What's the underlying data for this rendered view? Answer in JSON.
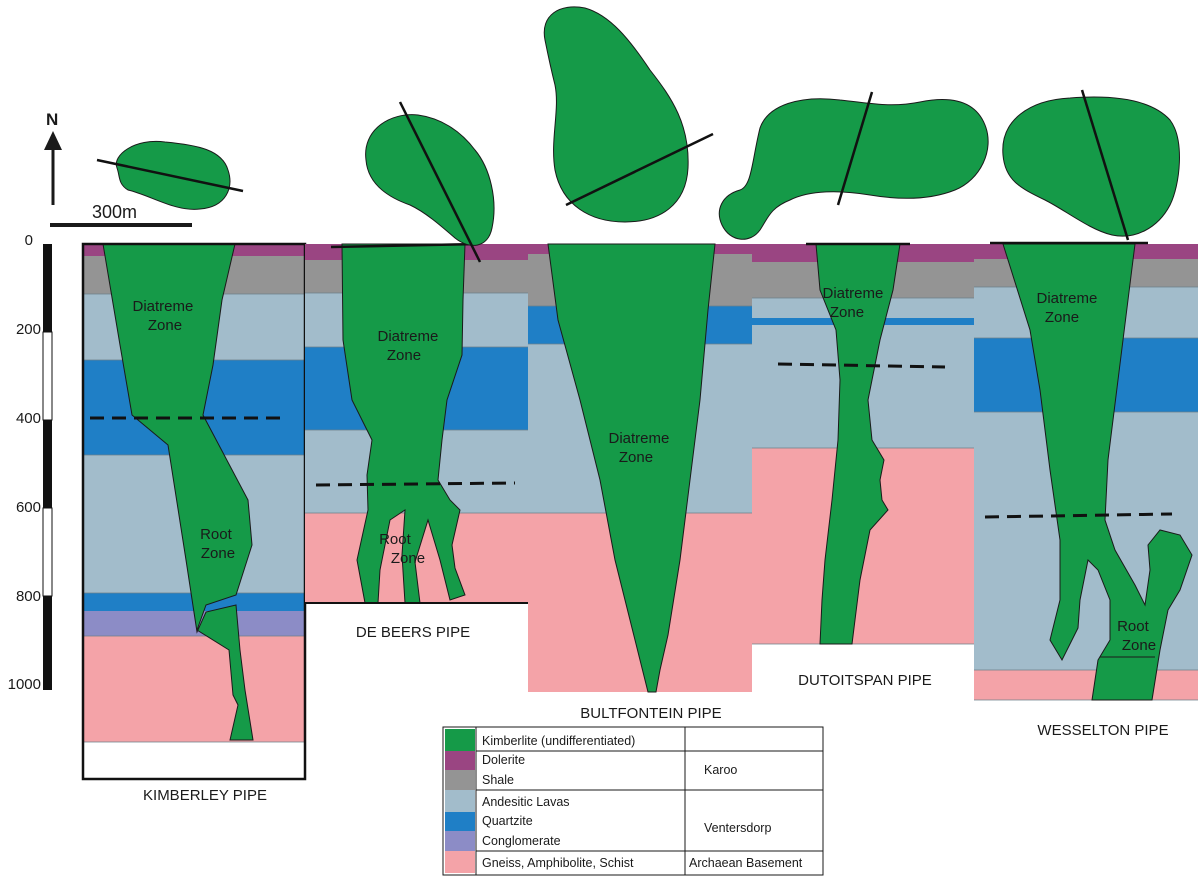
{
  "colors": {
    "kimberlite": "#159a48",
    "dolerite": "#9a4582",
    "shale": "#949494",
    "andesitic_lavas": "#a2bccb",
    "quartzite": "#1f7fc6",
    "conglomerate": "#8c8cc6",
    "basement": "#f4a3a8",
    "outline": "#1a1a1a"
  },
  "north_label": "N",
  "scale_label": "300m",
  "depth_axis": {
    "ticks": [
      "0",
      "200",
      "400",
      "600",
      "800",
      "1000"
    ]
  },
  "pipes": {
    "kimberley": {
      "name": "KIMBERLEY PIPE",
      "diatreme": [
        "Diatreme",
        "Zone"
      ],
      "root": [
        "Root",
        "Zone"
      ]
    },
    "debeers": {
      "name": "DE BEERS PIPE",
      "diatreme": [
        "Diatreme",
        "Zone"
      ],
      "root": [
        "Root",
        "Zone"
      ]
    },
    "bultfontein": {
      "name": "BULTFONTEIN PIPE",
      "diatreme": [
        "Diatreme",
        "Zone"
      ]
    },
    "dutoitspan": {
      "name": "DUTOITSPAN PIPE",
      "diatreme": [
        "Diatreme",
        "Zone"
      ]
    },
    "wesselton": {
      "name": "WESSELTON PIPE",
      "diatreme": [
        "Diatreme",
        "Zone"
      ],
      "root": [
        "Root",
        "Zone"
      ]
    }
  },
  "legend": {
    "rows": [
      {
        "key": "kimberlite",
        "label": "Kimberlite (undifferentiated)"
      },
      {
        "key": "dolerite",
        "label": "Dolerite"
      },
      {
        "key": "shale",
        "label": "Shale"
      },
      {
        "key": "andesitic_lavas",
        "label": "Andesitic Lavas"
      },
      {
        "key": "quartzite",
        "label": "Quartzite"
      },
      {
        "key": "conglomerate",
        "label": "Conglomerate"
      },
      {
        "key": "basement",
        "label": "Gneiss, Amphibolite, Schist"
      }
    ],
    "groups": [
      "Karoo",
      "Ventersdorp",
      "Archaean Basement"
    ]
  }
}
